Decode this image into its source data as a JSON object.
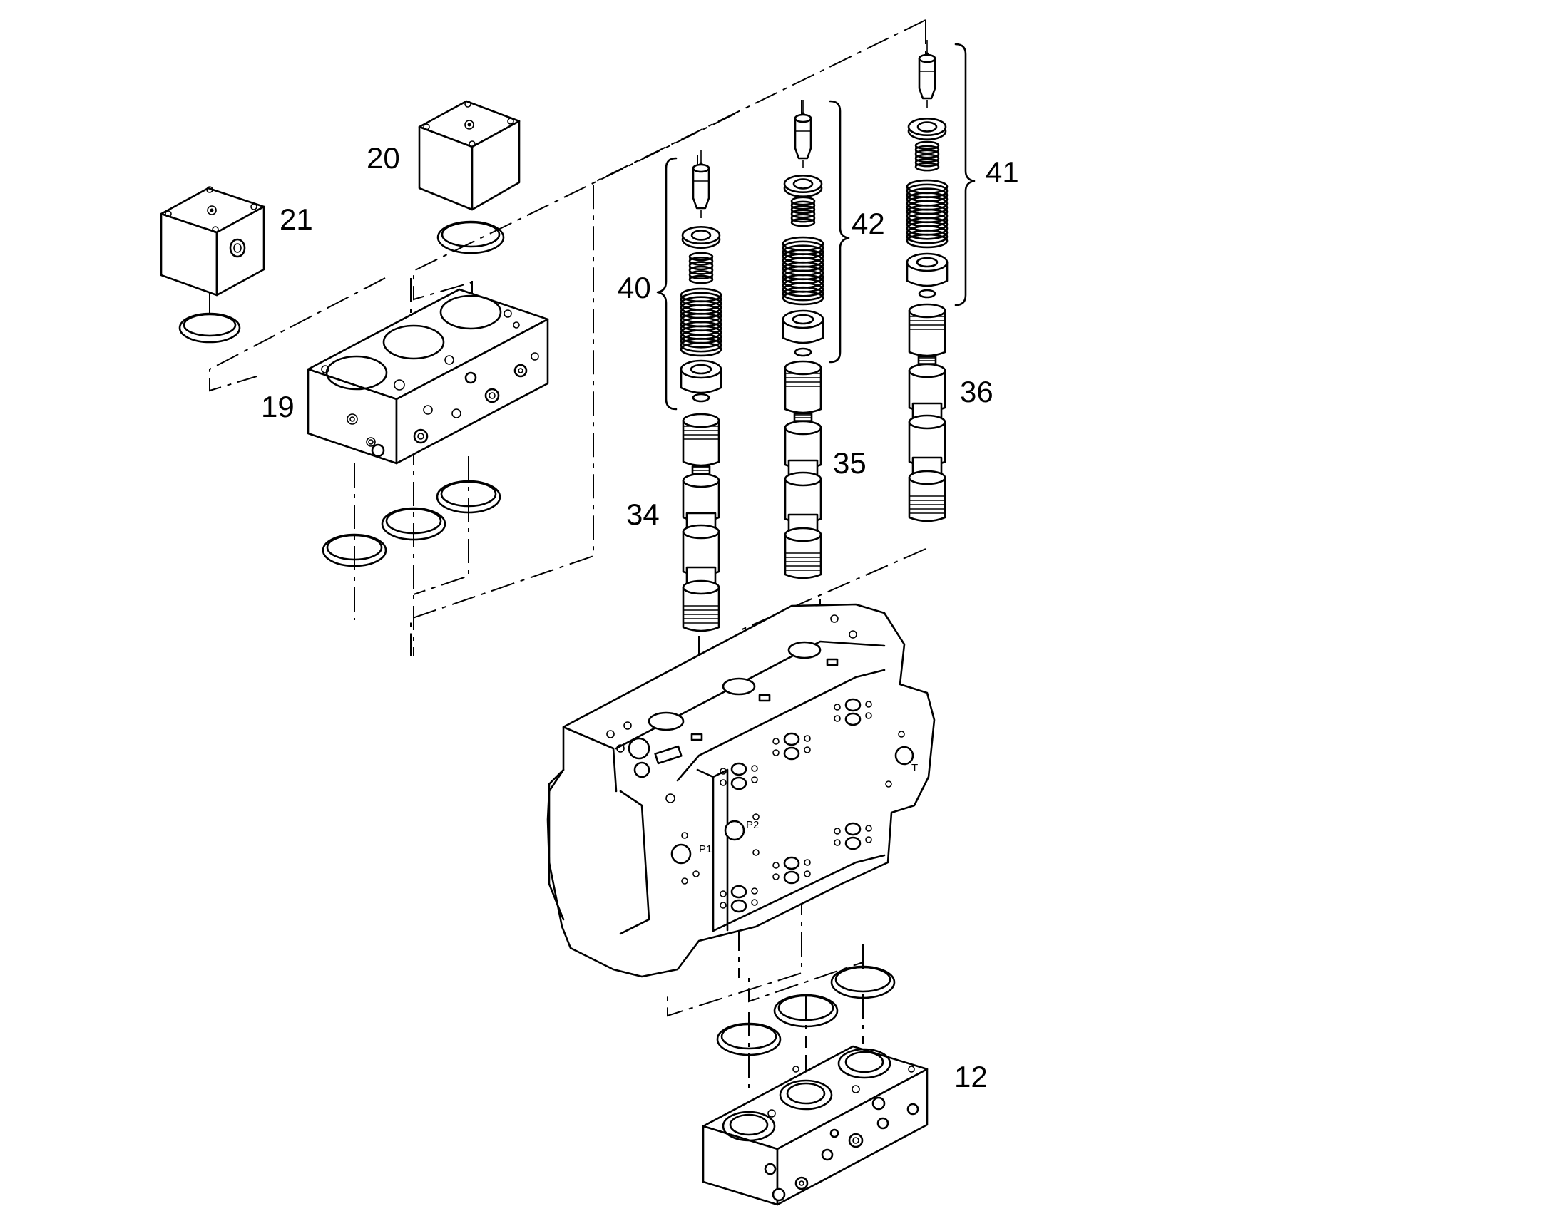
{
  "labels": {
    "p12": "12",
    "p19": "19",
    "p20": "20",
    "p21": "21",
    "p34": "34",
    "p35": "35",
    "p36": "36",
    "p40": "40",
    "p41": "41",
    "p42": "42"
  },
  "ports": {
    "p1": "P1",
    "p2": "P2",
    "t": "T"
  },
  "icons": [
    "valve-block-icon",
    "spool-icon",
    "spring-icon",
    "o-ring-icon",
    "cover-cube-icon",
    "manifold-plate-icon"
  ]
}
